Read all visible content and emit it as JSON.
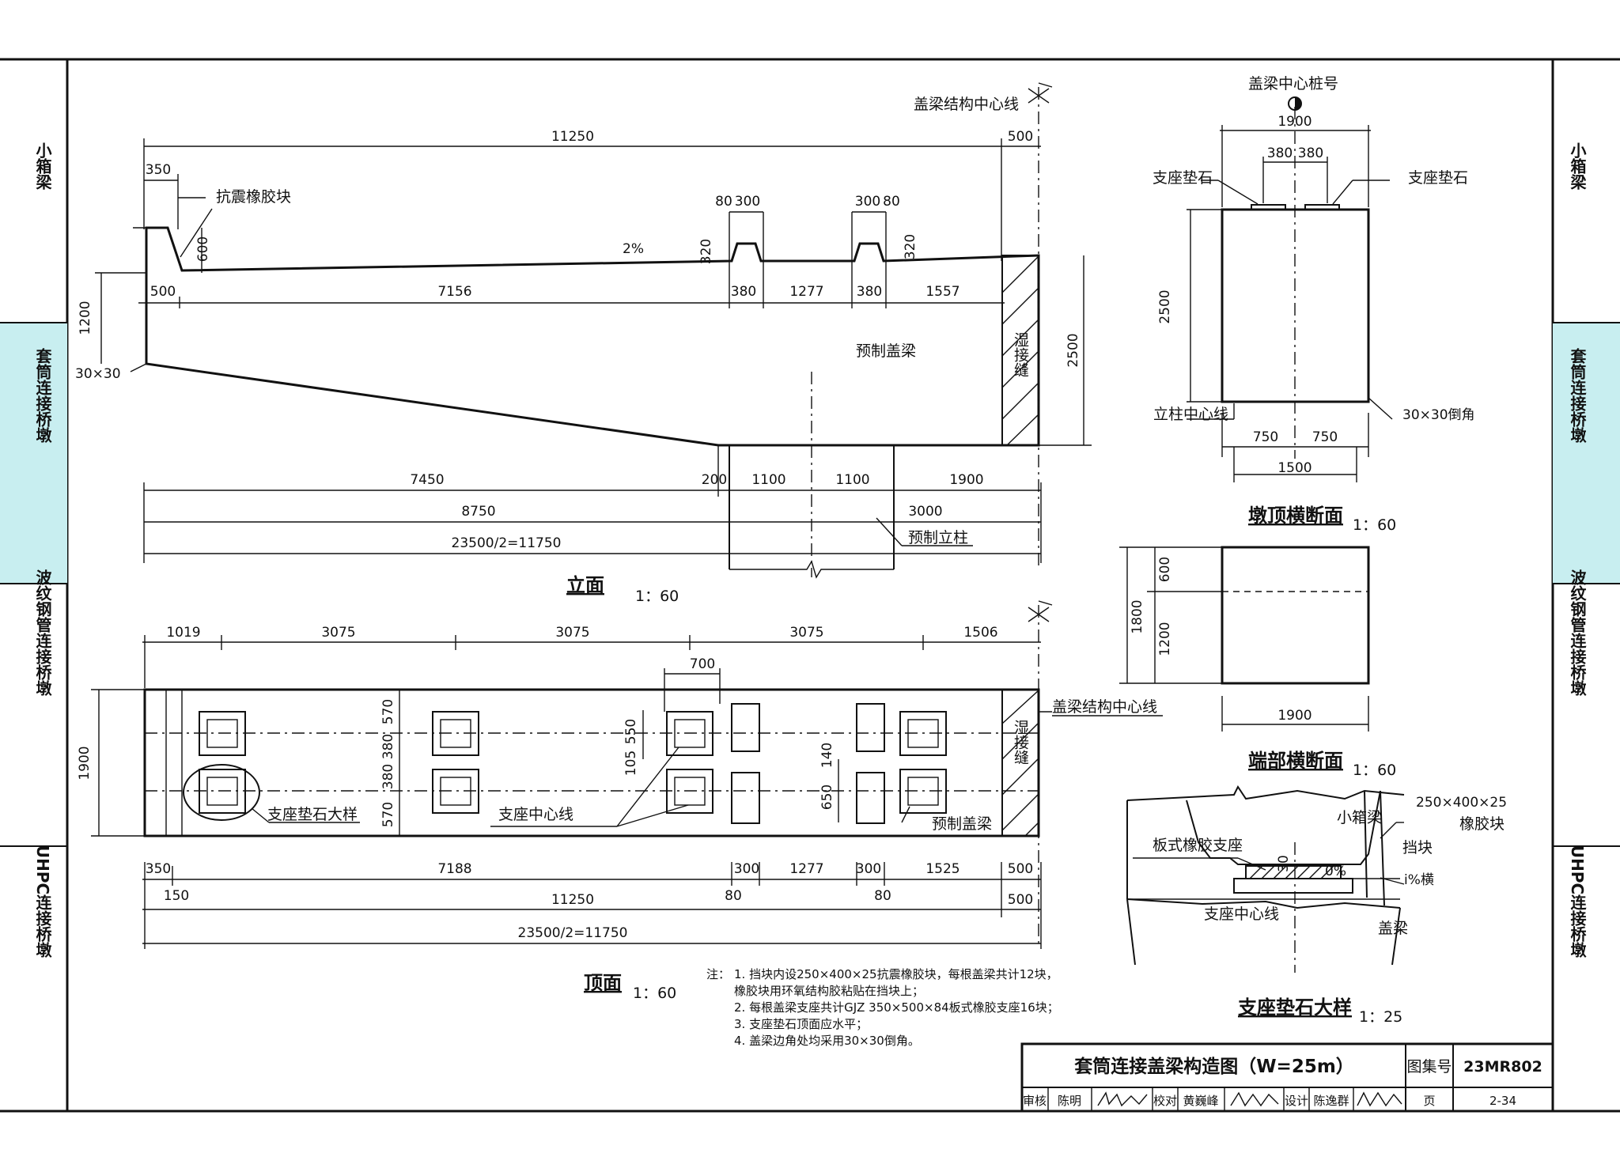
{
  "side_tabs": [
    {
      "label": "小箱梁",
      "active": false
    },
    {
      "label": "套筒连接桥墩",
      "active": true
    },
    {
      "label": "波纹钢管连接桥墩",
      "active": false
    },
    {
      "label": "UHPC连接桥墩",
      "active": false
    }
  ],
  "colors": {
    "active_tab": "#c8eef0",
    "line": "#111111",
    "paper": "#ffffff"
  },
  "elevation": {
    "title": "立面",
    "scale": "1：60",
    "labels": {
      "centerline": "盖梁结构中心线",
      "rubber": "抗震橡胶块",
      "slope": "2%",
      "precast_beam": "预制盖梁",
      "wet_joint": "湿接缝",
      "precast_column": "预制立柱",
      "chamfer": "30×30"
    },
    "dims": {
      "top_total": "11250",
      "top_end": "500",
      "left_350": "350",
      "block_h": "600",
      "stone_80a": "80",
      "stone_300a": "300",
      "stone_300b": "300",
      "stone_80b": "80",
      "stone_h_a": "320",
      "stone_h_b": "320",
      "left_h": "1200",
      "r2_500": "500",
      "r2_7156": "7156",
      "r2_380a": "380",
      "r2_1277": "1277",
      "r2_380b": "380",
      "r2_1557": "1557",
      "right_h": "2500",
      "b1_7450": "7450",
      "b1_200": "200",
      "b1_1100a": "1100",
      "b1_1100b": "1100",
      "b1_1900": "1900",
      "b2_8750": "8750",
      "b2_3000": "3000",
      "b3_total": "23500/2=11750"
    }
  },
  "plan": {
    "title": "顶面",
    "scale": "1：60",
    "labels": {
      "centerline": "盖梁结构中心线",
      "bearing_detail": "支座垫石大样",
      "bearing_cl": "支座中心线",
      "precast_beam": "预制盖梁",
      "wet_joint": "湿接缝"
    },
    "dims": {
      "t_1019": "1019",
      "t_3075a": "3075",
      "t_3075b": "3075",
      "t_3075c": "3075",
      "t_1506": "1506",
      "t_700": "700",
      "v_1900": "1900",
      "v_570a": "570",
      "v_380a": "380",
      "v_380b": "380",
      "v_570b": "570",
      "v_105": "105",
      "v_550": "550",
      "v_140": "140",
      "v_650": "650",
      "b_350": "350",
      "b_150": "150",
      "b_7188": "7188",
      "b_300a": "300",
      "b_80a": "80",
      "b_1277": "1277",
      "b_300b": "300",
      "b_80b": "80",
      "b_1525": "1525",
      "b_500a": "500",
      "b_11250": "11250",
      "b_500b": "500",
      "b_total": "23500/2=11750"
    }
  },
  "pier_top": {
    "title": "墩顶横断面",
    "scale": "1：60",
    "labels": {
      "station": "盖梁中心桩号",
      "stone_left": "支座垫石",
      "stone_right": "支座垫石",
      "column_cl": "立柱中心线",
      "chamfer": "30×30倒角"
    },
    "dims": {
      "w1900": "1900",
      "s380a": "380",
      "s380b": "380",
      "h2500": "2500",
      "b750a": "750",
      "b750b": "750",
      "b1500": "1500"
    }
  },
  "end_section": {
    "title": "端部横断面",
    "scale": "1：60",
    "dims": {
      "h600": "600",
      "h1200": "1200",
      "h1800": "1800",
      "w1900": "1900"
    }
  },
  "bearing_detail": {
    "title": "支座垫石大样",
    "scale": "1：25",
    "labels": {
      "girder": "小箱梁",
      "rubber_size": "250×400×25",
      "rubber": "橡胶块",
      "bearing": "板式橡胶支座",
      "stopper": "挡块",
      "zero": "0%",
      "slope": "i%横",
      "bearing_cl": "支座中心线",
      "cap": "盖梁",
      "h30": "30"
    }
  },
  "notes": {
    "prefix": "注：",
    "lines": [
      "1.  挡块内设250×400×25抗震橡胶块，每根盖梁共计12块，",
      "     橡胶块用环氧结构胶粘贴在挡块上；",
      "2.  每根盖梁支座共计GJZ 350×500×84板式橡胶支座16块；",
      "3.  支座垫石顶面应水平；",
      "4.  盖梁边角处均采用30×30倒角。"
    ]
  },
  "title_block": {
    "title": "套筒连接盖梁构造图（W=25m）",
    "atlas_label": "图集号",
    "atlas_no": "23MR802",
    "review_label": "审核",
    "reviewer": "陈明",
    "check_label": "校对",
    "checker": "黄巍峰",
    "design_label": "设计",
    "designer": "陈逸群",
    "page_label": "页",
    "page_no": "2-34"
  }
}
